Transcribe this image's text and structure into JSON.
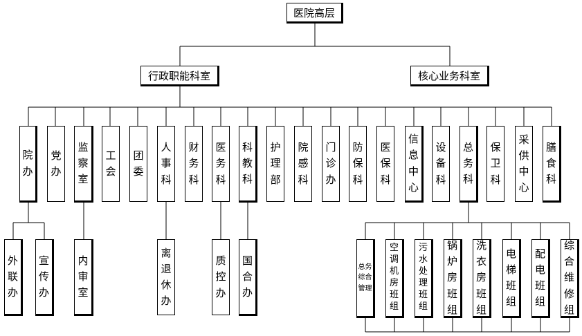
{
  "top": "医院高层",
  "branches": {
    "admin": "行政职能科室",
    "core": "核心业务科室"
  },
  "depts": [
    "院办",
    "党办",
    "监察室",
    "工会",
    "团委",
    "人事科",
    "财务科",
    "医务科",
    "科教科",
    "护理部",
    "院感科",
    "门诊办",
    "防保科",
    "医保科",
    "信息中心",
    "设备科",
    "总务科",
    "保卫科",
    "采供中心",
    "膳食科"
  ],
  "sub_yuanban": [
    "外联办",
    "宣传办"
  ],
  "sub_jianchashi": [
    "内审室"
  ],
  "sub_renshike": [
    "离退休办"
  ],
  "sub_yiwuke": [
    "质控办"
  ],
  "sub_kejiaoke": [
    "国合办"
  ],
  "sub_zongwuke": [
    "总务综合管理",
    "空调机房班组",
    "污水处理班组",
    "锅炉房班组",
    "洗衣房班组",
    "电梯班组",
    "配电班组",
    "综合维修组"
  ]
}
